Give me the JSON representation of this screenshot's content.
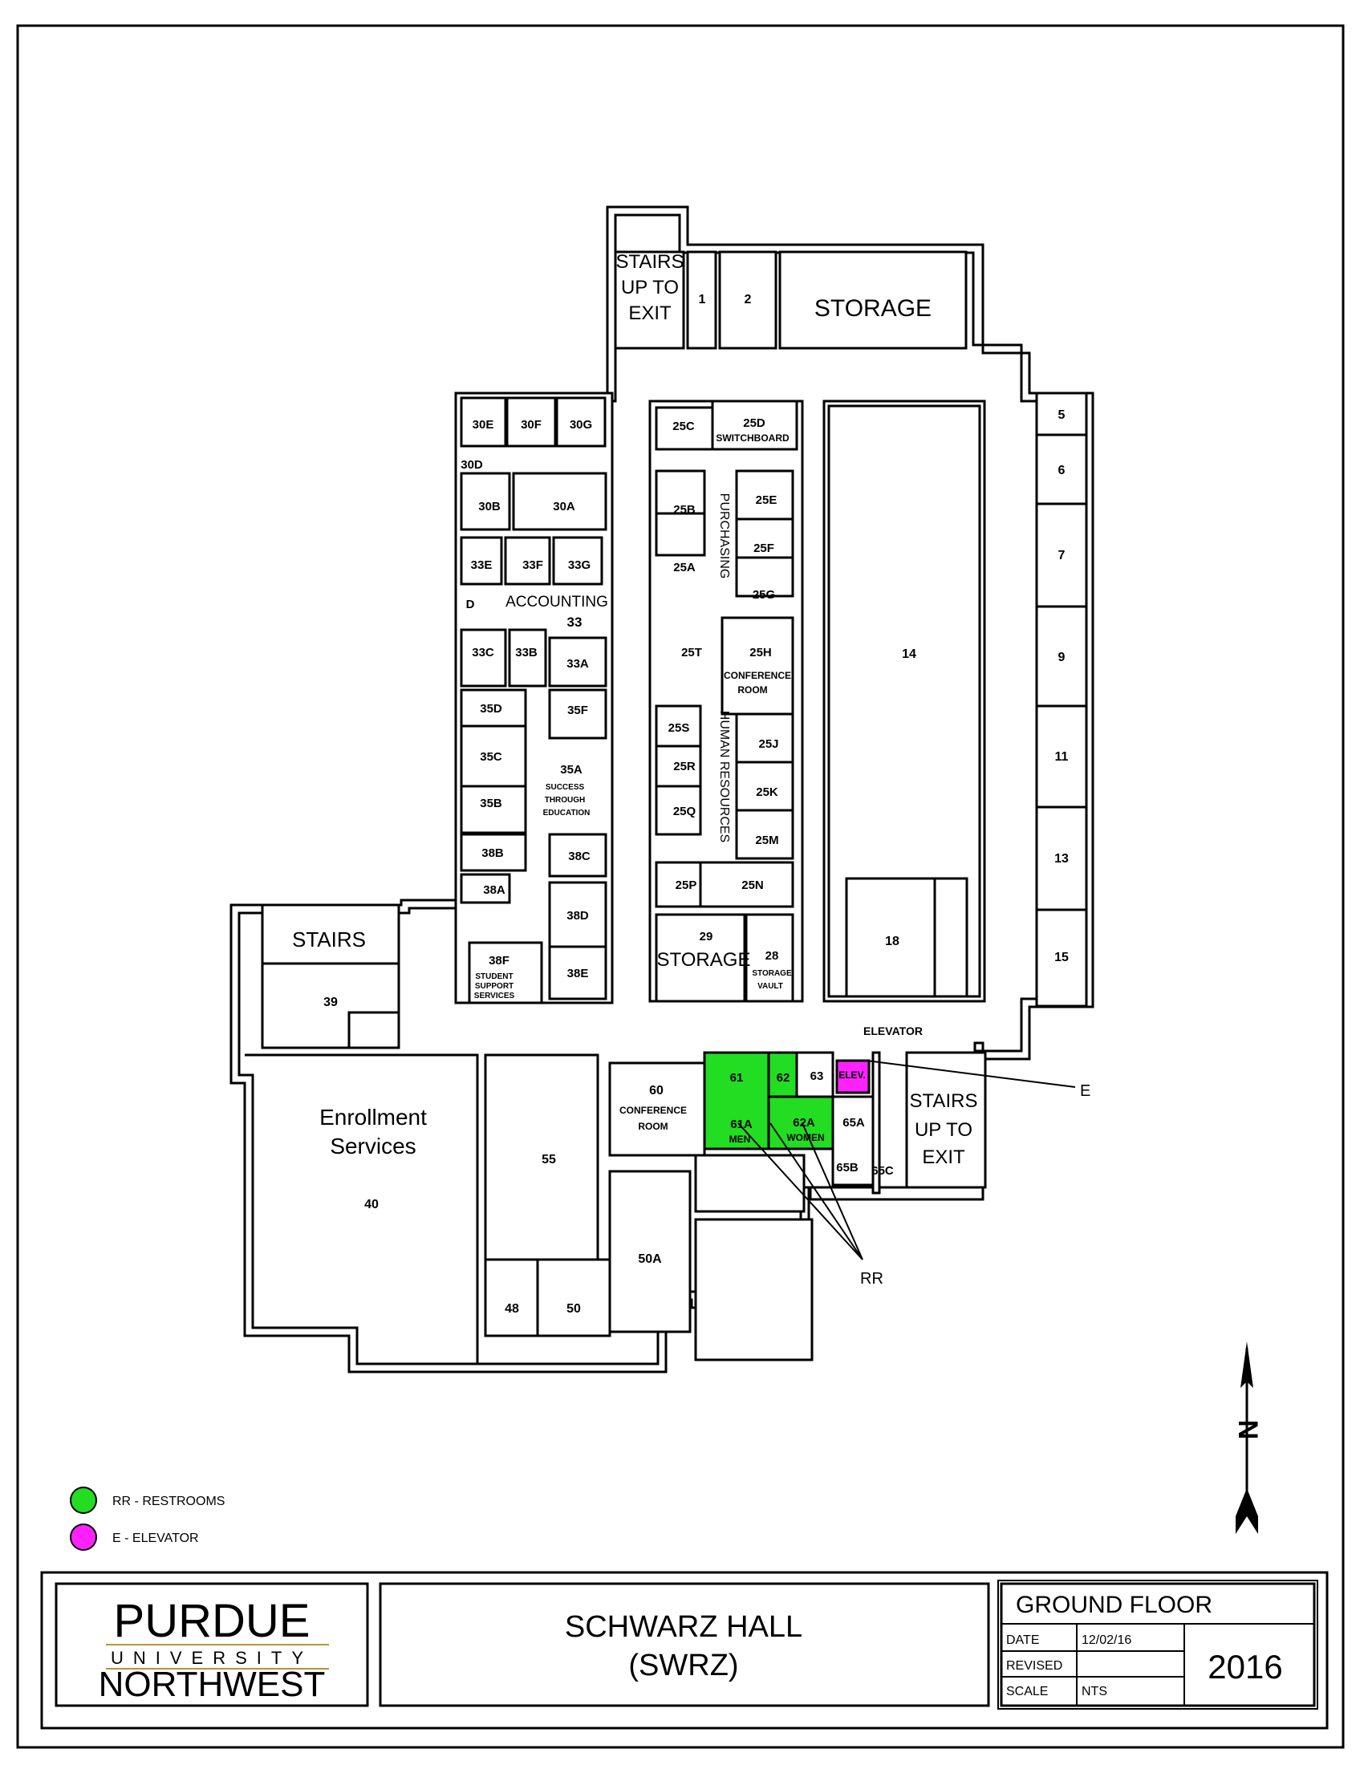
{
  "legend": [
    {
      "label": "RR - RESTROOMS",
      "color": "#22dd22"
    },
    {
      "label": "E - ELEVATOR",
      "color": "#ff22ff"
    }
  ],
  "title_block": {
    "logo_top": "PURDUE",
    "logo_mid": "UNIVERSITY",
    "logo_bottom": "NORTHWEST",
    "building_name": "SCHWARZ HALL",
    "building_code": "(SWRZ)",
    "floor": "GROUND FLOOR",
    "date_label": "DATE",
    "date_value": "12/02/16",
    "revised_label": "REVISED",
    "scale_label": "SCALE",
    "scale_value": "NTS",
    "year": "2016"
  },
  "north_arrow": {
    "label": "N"
  },
  "callouts": {
    "elevator": "E",
    "restrooms": "RR"
  },
  "colors": {
    "restroom": "#22dd22",
    "elevator": "#ff22ff"
  },
  "rooms": {
    "stairs_n": [
      "STAIRS",
      "UP TO",
      "EXIT"
    ],
    "r1": "1",
    "r2": "2",
    "storage_n": "STORAGE",
    "r5": "5",
    "r6": "6",
    "r7": "7",
    "r9": "9",
    "r11": "11",
    "r13": "13",
    "r15": "15",
    "r14": "14",
    "r18": "18",
    "r30e": "30E",
    "r30f": "30F",
    "r30g": "30G",
    "r30d": "30D",
    "r30b": "30B",
    "r30a": "30A",
    "r33e": "33E",
    "r33f": "33F",
    "r33g": "33G",
    "rD": "D",
    "accounting": "ACCOUNTING",
    "r33": "33",
    "r33c": "33C",
    "r33b": "33B",
    "r33a": "33A",
    "r35d": "35D",
    "r35f": "35F",
    "r35c": "35C",
    "r35a": "35A",
    "ste": [
      "SUCCESS",
      "THROUGH",
      "EDUCATION"
    ],
    "r35b": "35B",
    "r38b": "38B",
    "r38c": "38C",
    "r38a": "38A",
    "r38d": "38D",
    "r38f": "38F",
    "sss": [
      "STUDENT",
      "SUPPORT",
      "SERVICES"
    ],
    "r38e": "38E",
    "r25c": "25C",
    "r25d": "25D",
    "switchboard": "SWITCHBOARD",
    "r25b": "25B",
    "r25e": "25E",
    "purchasing": "PURCHASING",
    "r25a": "25A",
    "r25f": "25F",
    "r25g": "25G",
    "r25t": "25T",
    "r25h": "25H",
    "conf1": [
      "CONFERENCE",
      "ROOM"
    ],
    "r25s": "25S",
    "hr": "HUMAN RESOURCES",
    "r25j": "25J",
    "r25r": "25R",
    "r25k": "25K",
    "r25q": "25Q",
    "r25m": "25M",
    "r25p": "25P",
    "r25n": "25N",
    "r29": "29",
    "storage_29": "STORAGE",
    "r28": "28",
    "vault": [
      "STORAGE",
      "VAULT"
    ],
    "stairs_w": "STAIRS",
    "r39": "39",
    "enroll": [
      "Enrollment",
      "Services"
    ],
    "r40": "40",
    "r55": "55",
    "r60": "60",
    "conf2": [
      "CONFERENCE",
      "ROOM"
    ],
    "r61": "61",
    "r62": "62",
    "r63": "63",
    "elev": "ELEV.",
    "elevator_lbl": "ELEVATOR",
    "r61a": "61A",
    "men": "MEN",
    "r62a": "62A",
    "women": "WOMEN",
    "r65a": "65A",
    "r65b": "65B",
    "r65c": "65C",
    "stairs_e": [
      "STAIRS",
      "UP TO",
      "EXIT"
    ],
    "r50a": "50A",
    "r48": "48",
    "r50": "50"
  }
}
